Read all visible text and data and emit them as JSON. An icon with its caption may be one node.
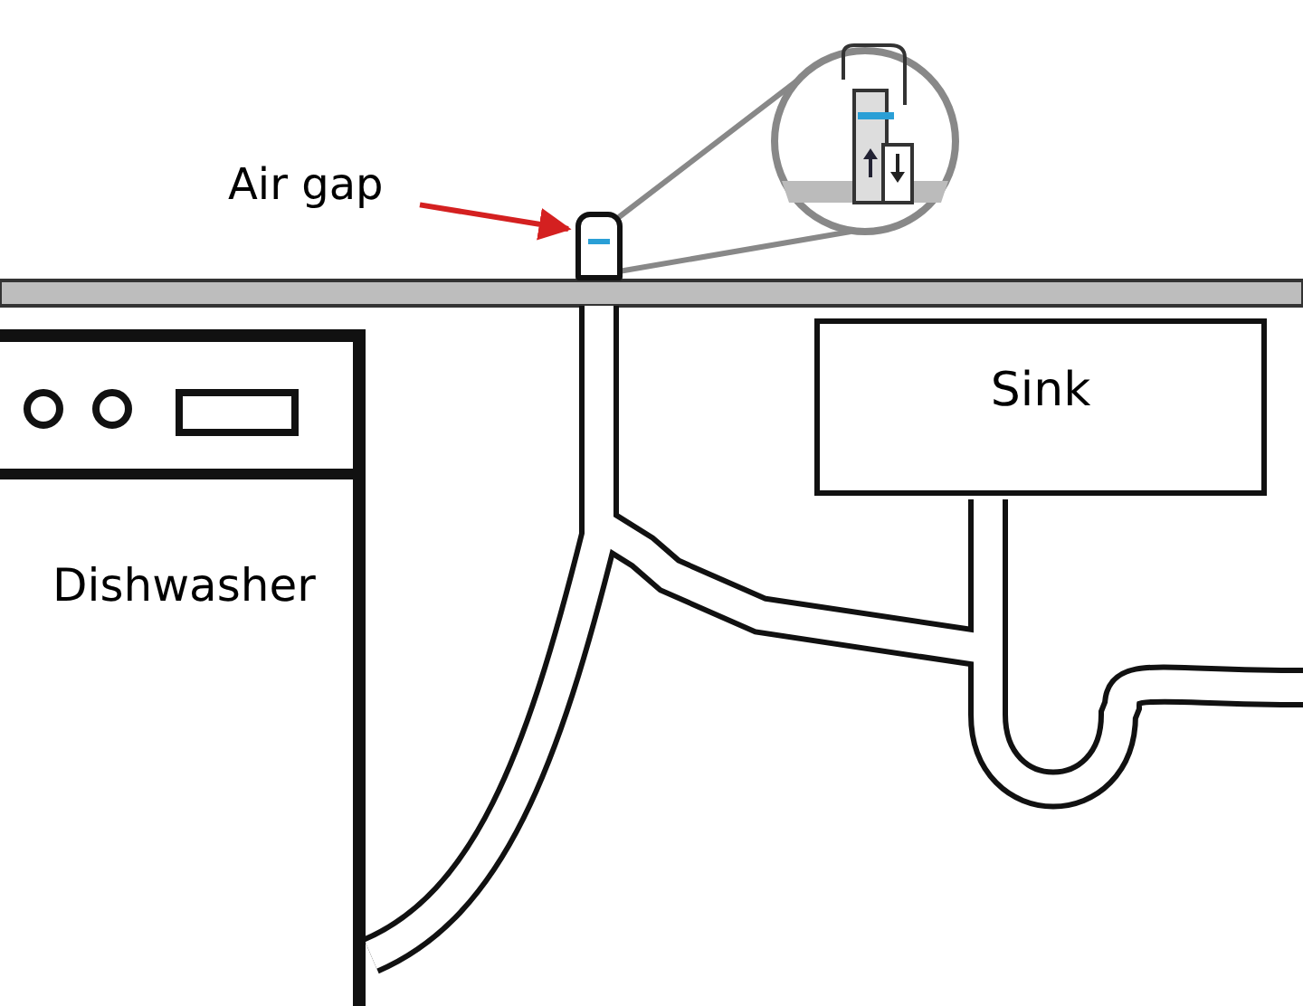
{
  "diagram": {
    "nodes": [
      {
        "text": [
          "Air gap"
        ]
      },
      {
        "text": [],
        "shape": "box"
      },
      {
        "text": [
          "Dishwasher"
        ]
      },
      {
        "text": [
          "Sink"
        ]
      }
    ],
    "edges": [
      {
        "from": 0,
        "to": 1,
        "arrow": "to",
        "color": "#d42020"
      }
    ]
  }
}
